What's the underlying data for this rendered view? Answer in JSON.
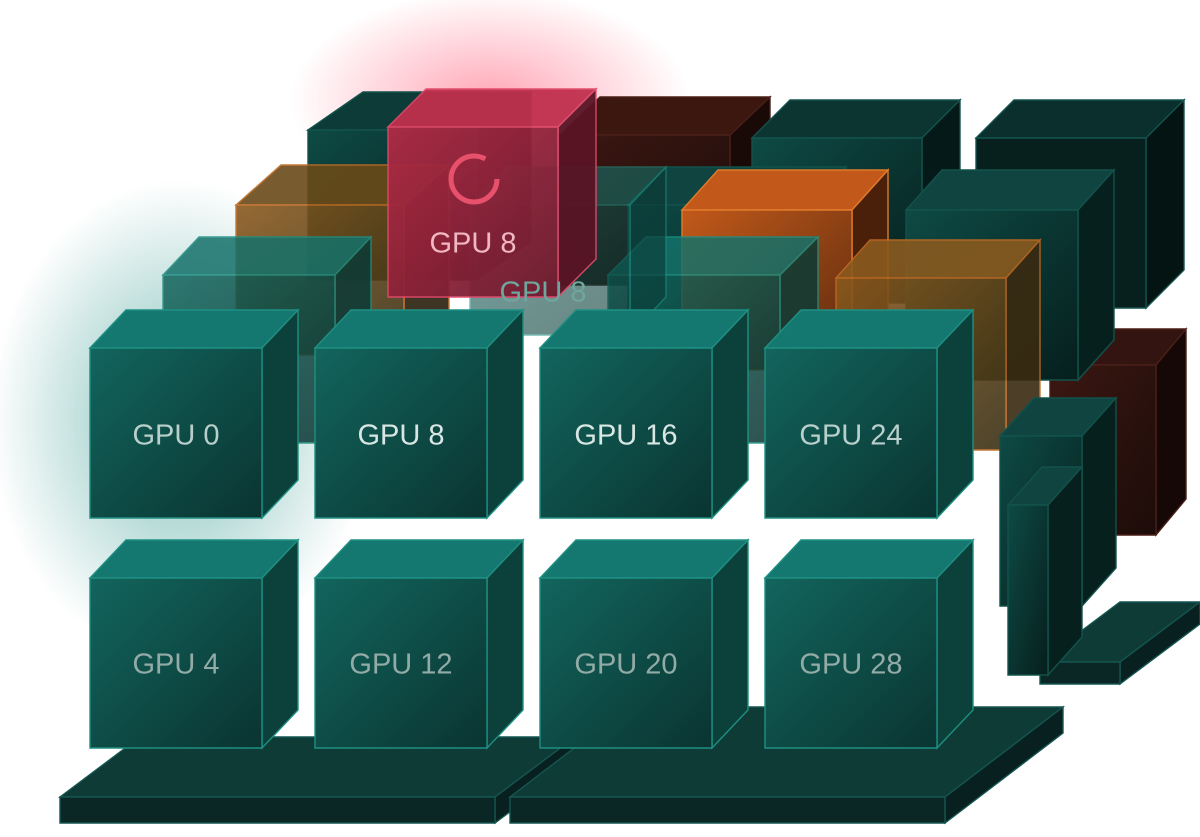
{
  "diagram": {
    "highlight": {
      "label": "GPU 8",
      "status_icon": "loading-ring-icon",
      "color": "#c8324a"
    },
    "ghost_label": "GPU 8",
    "front_top_row": [
      "GPU 0",
      "GPU 8",
      "GPU 16",
      "GPU 24"
    ],
    "front_bottom_row": [
      "GPU 4",
      "GPU 12",
      "GPU 20",
      "GPU 28"
    ],
    "colors": {
      "teal": "#0f5a54",
      "teal_edge": "#1f9c8c",
      "orange": "#b3561d",
      "dark_red": "#3a1512",
      "base": "#0a2a28"
    }
  }
}
